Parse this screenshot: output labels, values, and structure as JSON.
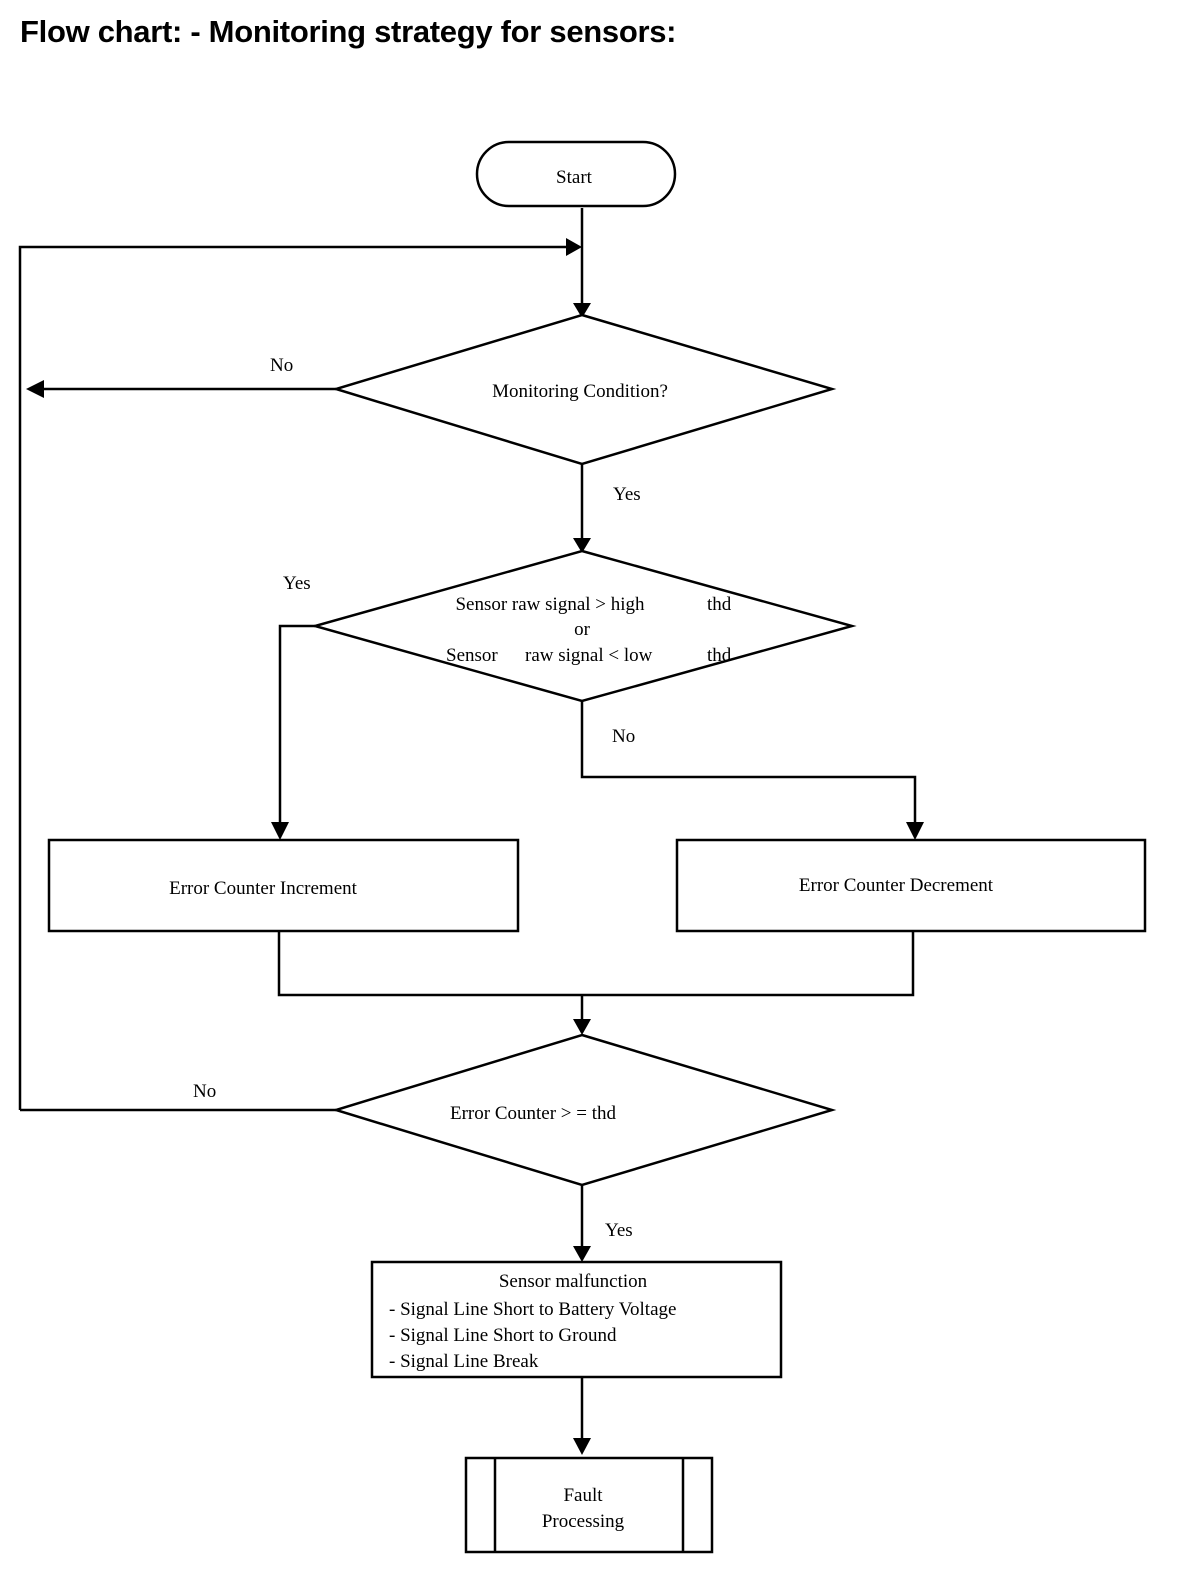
{
  "title": "Flow chart: - Monitoring strategy for sensors:",
  "nodes": {
    "start": "Start",
    "monitoring_condition": "Monitoring Condition?",
    "signal_check": {
      "line1_left": "Sensor raw signal > high",
      "line1_right": "thd",
      "line2": "or",
      "line3_left": "Sensor",
      "line3_mid": "raw signal < low",
      "line3_right": "thd"
    },
    "increment": "Error Counter Increment",
    "decrement": "Error Counter Decrement",
    "counter_check": "Error Counter > = thd",
    "malfunction": {
      "title": "Sensor malfunction",
      "items": [
        "- Signal Line Short to Battery Voltage",
        "- Signal Line Short to Ground",
        "- Signal Line Break"
      ]
    },
    "fault_processing": {
      "line1": "Fault",
      "line2": "Processing"
    }
  },
  "edge_labels": {
    "monitoring_no": "No",
    "monitoring_yes": "Yes",
    "signal_yes": "Yes",
    "signal_no": "No",
    "counter_no": "No",
    "counter_yes": "Yes"
  }
}
